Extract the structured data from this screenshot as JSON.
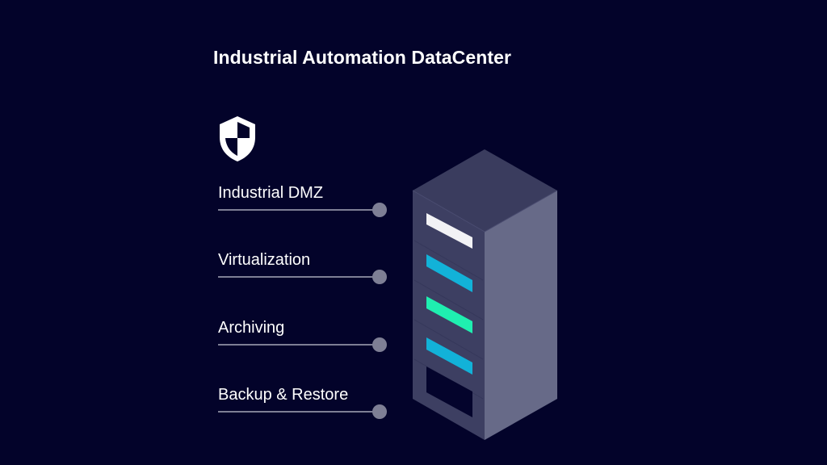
{
  "slide": {
    "title": "Industrial Automation DataCenter",
    "background_color": "#03032a"
  },
  "shield": {
    "icon": "shield-icon",
    "color": "#ffffff"
  },
  "features": [
    {
      "label": "Industrial DMZ",
      "slot_color": "#f2f2f5"
    },
    {
      "label": "Virtualization",
      "slot_color": "#12b2d8"
    },
    {
      "label": "Archiving",
      "slot_color": "#1fefb0"
    },
    {
      "label": "Backup & Restore",
      "slot_color": "#12b2d8"
    }
  ],
  "server": {
    "top_color": "#3a3c5e",
    "front_color": "#3d3f62",
    "side_color": "#676a88",
    "empty_slot_color": "#04042c"
  }
}
